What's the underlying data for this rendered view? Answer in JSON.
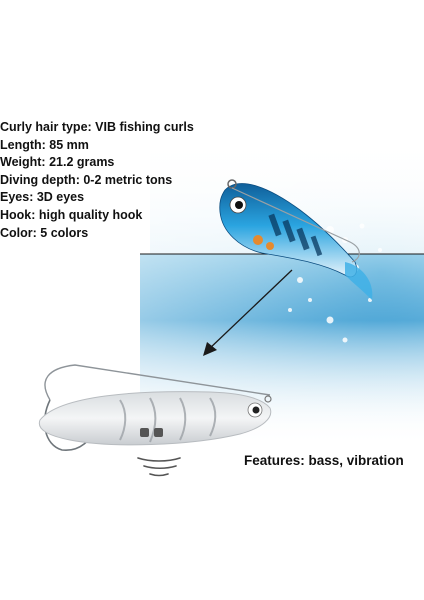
{
  "specs": [
    "Curly hair type: VIB fishing curls",
    "Length: 85 mm",
    "Weight: 21.2 grams",
    "Diving depth: 0-2 metric tons",
    "Eyes: 3D eyes",
    "Hook: high quality hook",
    "Color: 5 colors"
  ],
  "features": "Features: bass, vibration",
  "colors": {
    "text": "#111111",
    "water_light": "#cfe9f5",
    "water_deep": "#1d78b8",
    "lure_blue": "#2aa4e0"
  }
}
